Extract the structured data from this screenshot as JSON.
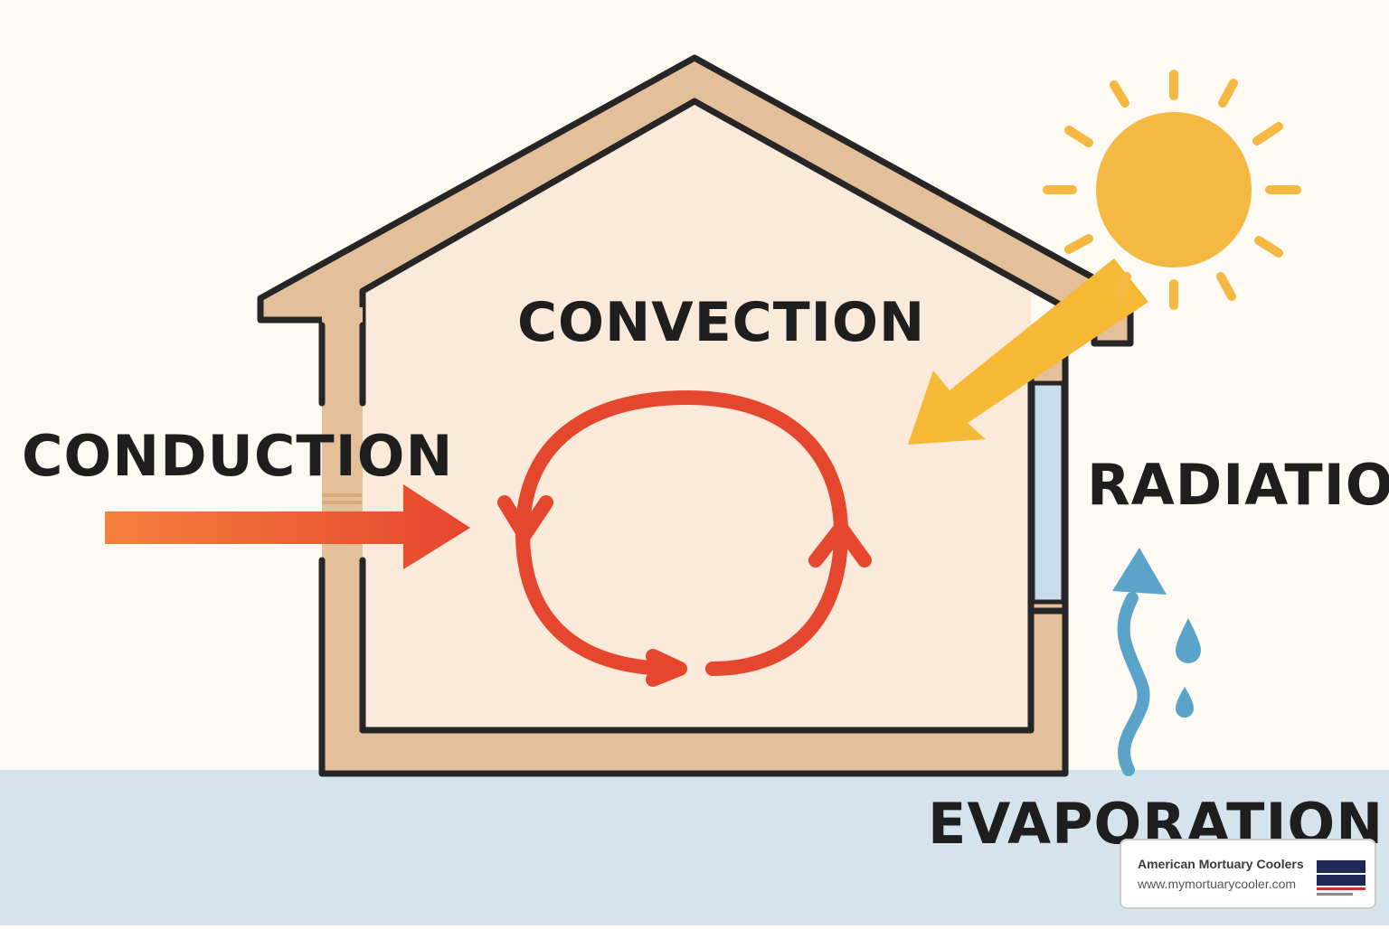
{
  "labels": {
    "convection": "CONVECTION",
    "conduction": "CONDUCTION",
    "radiation": "RADIATION",
    "evaporation": "EVAPORATION"
  },
  "watermark": {
    "company": "American Mortuary Coolers",
    "url": "www.mymortuarycooler.com"
  },
  "colors": {
    "background": "#fdf9f3",
    "ground": "#d5e4ec",
    "house_interior": "#fbe9d9",
    "house_wall": "#e3bf9a",
    "outline": "#262626",
    "convection_loop": "#e5472e",
    "conduction_arrow": "#f06a3a",
    "sun": "#f5b842",
    "radiation_arrow": "#f5b935",
    "window": "#c9dcec",
    "evaporation": "#5ba3c8"
  },
  "icons": {
    "sun": "sun-icon",
    "water_drops": "water-drop-icon"
  }
}
